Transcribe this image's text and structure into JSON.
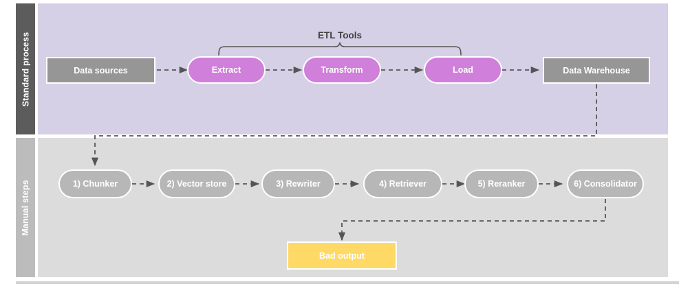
{
  "diagram": {
    "type": "flowchart",
    "lanes": [
      {
        "id": "standard-process",
        "label": "Standard process",
        "header_color": "#5c5c5c",
        "body_color": "#d6d0e6"
      },
      {
        "id": "manual-steps",
        "label": "Manual steps",
        "header_color": "#bcbcbc",
        "body_color": "#dcdcdc"
      }
    ],
    "annotations": [
      {
        "id": "etl-bracket",
        "label": "ETL Tools",
        "spans": [
          "extract",
          "transform",
          "load"
        ]
      }
    ],
    "top_row": [
      {
        "id": "data-sources",
        "label": "Data sources",
        "shape": "rect",
        "color": "#969696"
      },
      {
        "id": "extract",
        "label": "Extract",
        "shape": "pill",
        "color": "#d07fdb"
      },
      {
        "id": "transform",
        "label": "Transform",
        "shape": "pill",
        "color": "#d07fdb"
      },
      {
        "id": "load",
        "label": "Load",
        "shape": "pill",
        "color": "#d07fdb"
      },
      {
        "id": "data-warehouse",
        "label": "Data Warehouse",
        "shape": "rect",
        "color": "#969696"
      }
    ],
    "bottom_row": [
      {
        "id": "chunker",
        "label": "1) Chunker",
        "shape": "pill",
        "color": "#b7b7b7"
      },
      {
        "id": "vector-store",
        "label": "2) Vector store",
        "shape": "pill",
        "color": "#b7b7b7"
      },
      {
        "id": "rewriter",
        "label": "3) Rewriter",
        "shape": "pill",
        "color": "#b7b7b7"
      },
      {
        "id": "retriever",
        "label": "4) Retriever",
        "shape": "pill",
        "color": "#b7b7b7"
      },
      {
        "id": "reranker",
        "label": "5) Reranker",
        "shape": "pill",
        "color": "#b7b7b7"
      },
      {
        "id": "consolidator",
        "label": "6) Consolidator",
        "shape": "pill",
        "color": "#b7b7b7"
      }
    ],
    "output": {
      "id": "bad-output",
      "label": "Bad output",
      "shape": "rect",
      "color": "#ffd966"
    },
    "edges": [
      {
        "from": "data-sources",
        "to": "extract",
        "style": "dashed"
      },
      {
        "from": "extract",
        "to": "transform",
        "style": "dashed"
      },
      {
        "from": "transform",
        "to": "load",
        "style": "dashed"
      },
      {
        "from": "load",
        "to": "data-warehouse",
        "style": "dashed"
      },
      {
        "from": "data-warehouse",
        "to": "chunker",
        "style": "dashed"
      },
      {
        "from": "chunker",
        "to": "vector-store",
        "style": "dashed"
      },
      {
        "from": "vector-store",
        "to": "rewriter",
        "style": "dashed"
      },
      {
        "from": "rewriter",
        "to": "retriever",
        "style": "dashed"
      },
      {
        "from": "retriever",
        "to": "reranker",
        "style": "dashed"
      },
      {
        "from": "reranker",
        "to": "consolidator",
        "style": "dashed"
      },
      {
        "from": "consolidator",
        "to": "bad-output",
        "style": "dashed"
      }
    ]
  }
}
